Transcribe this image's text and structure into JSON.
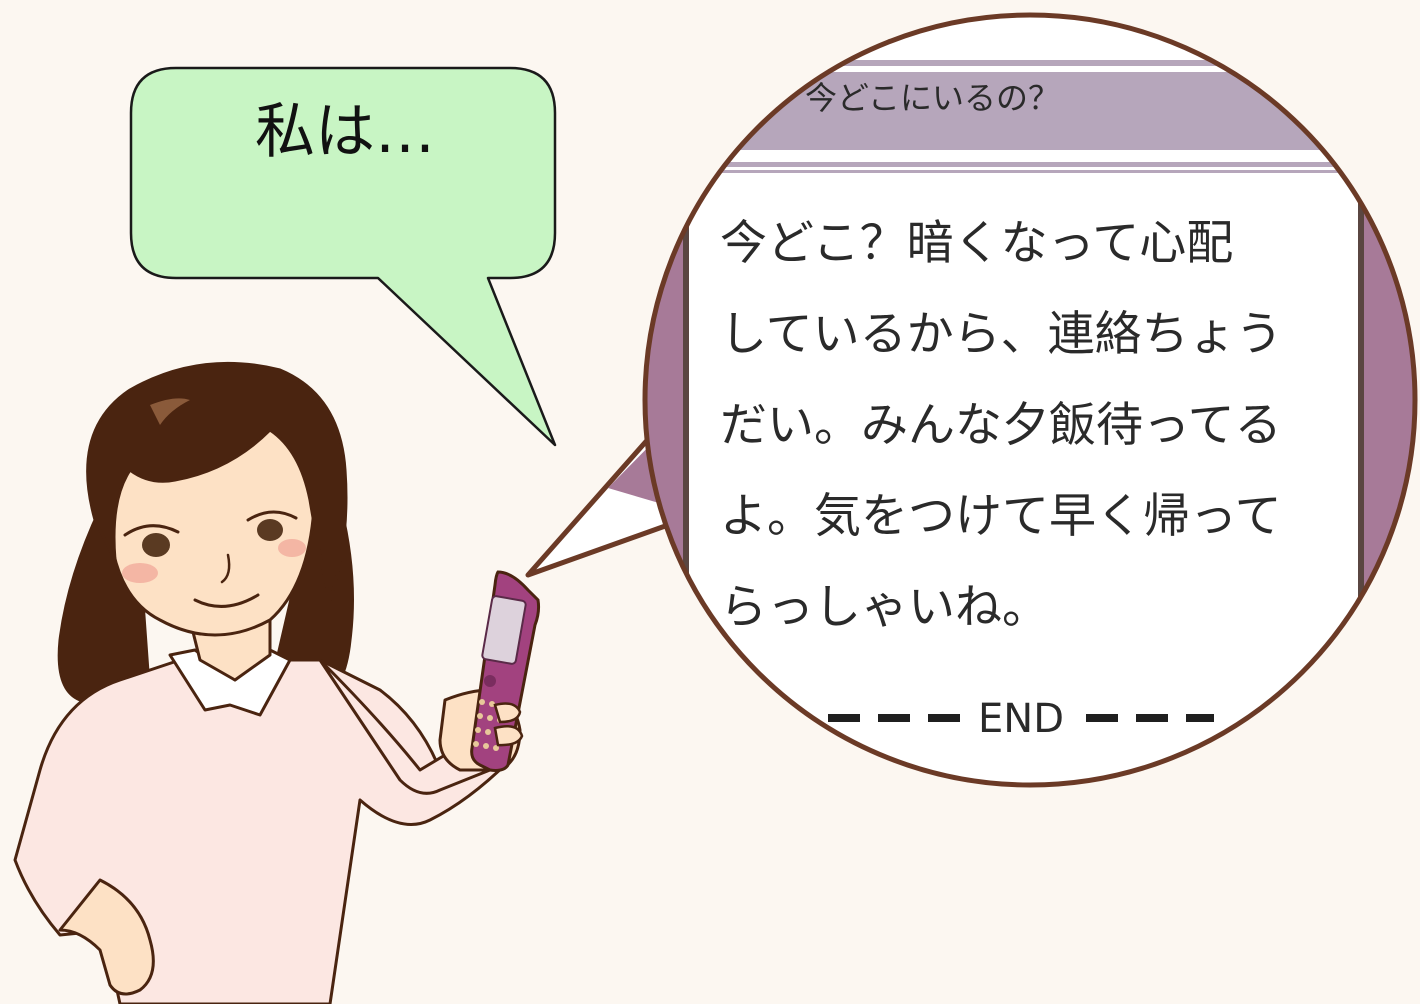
{
  "speech_bubble": {
    "text": "私は…"
  },
  "phone_message": {
    "subject": "今どこにいるの？",
    "body_lines": [
      "今どこ？暗くなって心配",
      "しているから、連絡ちょう",
      "だい。みんな夕飯待ってる",
      "よ。気をつけて早く帰って",
      "らっしゃいね。"
    ],
    "end_marker": "END"
  },
  "icons": {
    "phone": "mobile-phone-icon",
    "person": "woman-character"
  },
  "colors": {
    "page_background": "#fcf7f1",
    "bubble_fill": "#c8f5c4",
    "subject_bar": "#b6a6bb",
    "phone_frame": "#a77a98",
    "outline": "#6b3a26",
    "hair": "#4a2410",
    "skin": "#fde1c5",
    "sweater": "#fce7e2"
  }
}
